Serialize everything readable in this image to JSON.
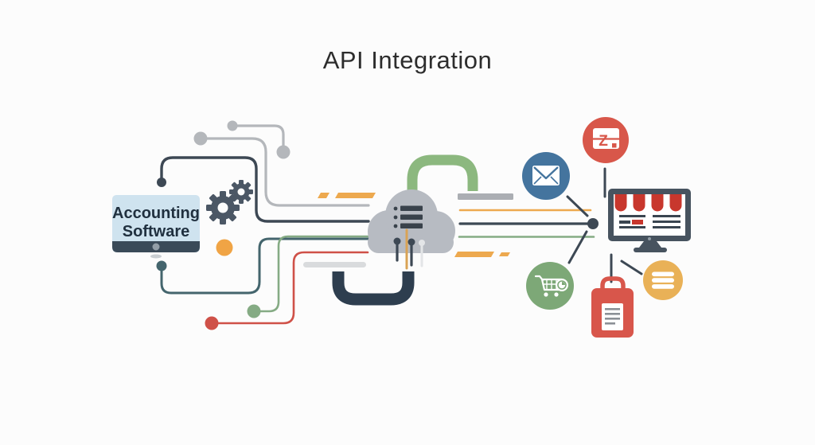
{
  "title": "API Integration",
  "accounting_device": {
    "label_line1": "Accounting",
    "label_line2": "Software"
  },
  "z_icon": {
    "letter": "Z"
  },
  "icon_names": [
    "gears-icon",
    "cloud-hub-icon",
    "list-glyph-icon",
    "email-envelope-icon",
    "z-app-icon",
    "storefront-monitor-icon",
    "shopping-cart-icon",
    "shopping-bag-icon",
    "stacked-lines-icon",
    "hub-node"
  ],
  "palette": {
    "bg": "#fcfcfc",
    "ink": "#2d2d2d",
    "wire_gray": "#b4b7bb",
    "dark": "#3d4854",
    "navy": "#2e3e4f",
    "gear": "#4b5765",
    "teal": "#44656d",
    "green": "#85ab84",
    "arch_green": "#8cb87f",
    "red": "#cf5148",
    "orange": "#eda94f",
    "orange_dot": "#f0a445",
    "tan": "#d9a355",
    "cloud": "#b7bbc2",
    "light_bar": "#d9dbdd",
    "gray_bar": "#abaeb3",
    "screen_blue": "#cfe3ef",
    "screen_text": "#20303f",
    "monitor_bar": "#3a4a58",
    "blue_circle": "#44749e",
    "red_circle": "#d8574a",
    "green_circle": "#7da877",
    "orange_circle": "#e9b157",
    "bag_red": "#d8564b",
    "awning_red": "#c8372d",
    "store_frame": "#47535f",
    "store_ink": "#3a4550",
    "pin_light": "#e3e5e7",
    "doc_line": "#8b9096",
    "list_ink": "#39424b"
  }
}
